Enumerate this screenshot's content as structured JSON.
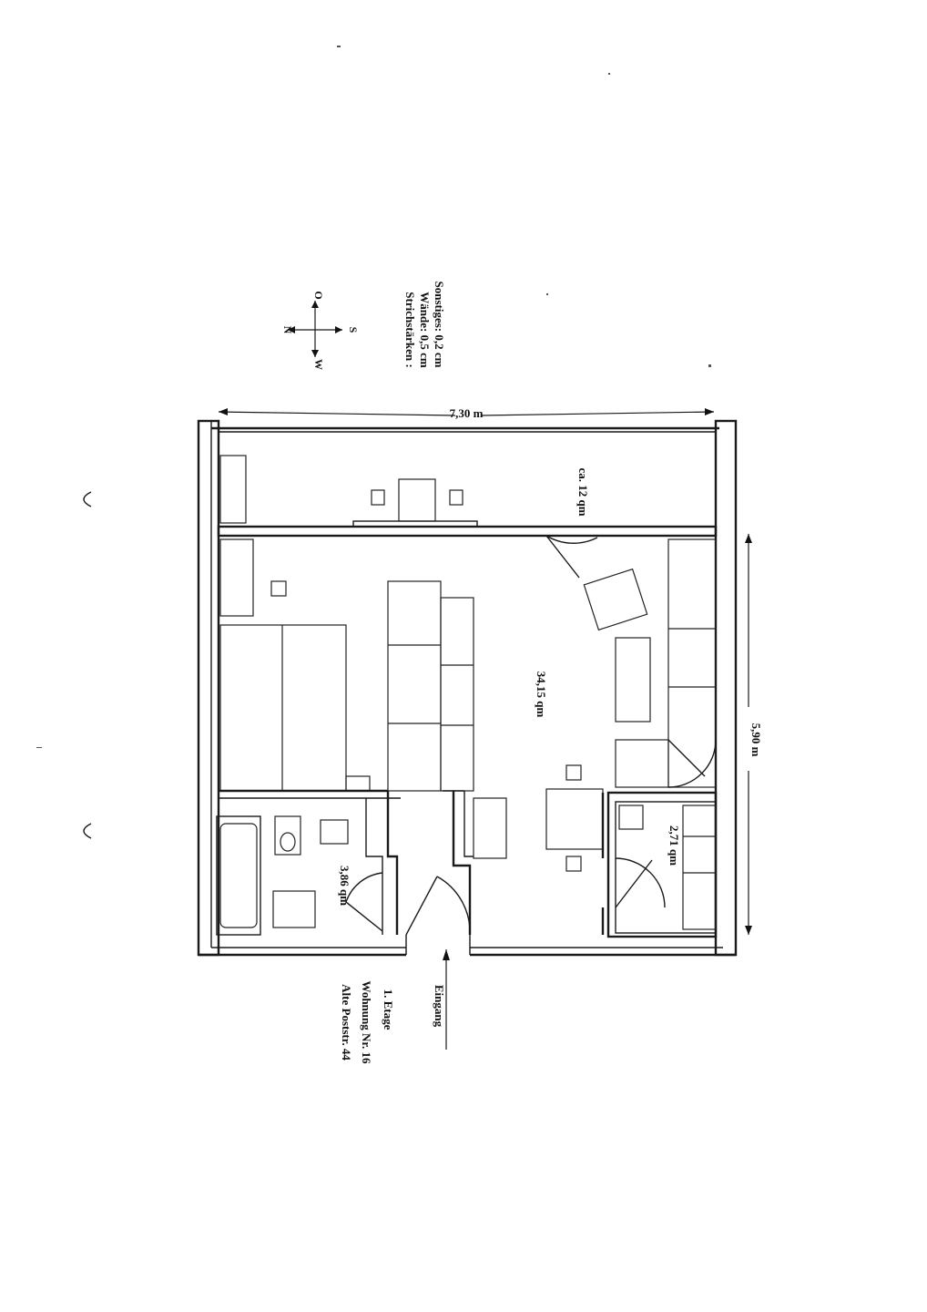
{
  "compass": {
    "north": "N",
    "east": "O",
    "south": "S",
    "west": "W"
  },
  "legend": {
    "title": "Strichstärken :",
    "walls": "Wände: 0,5 cm",
    "other": "Sonstiges: 0,2 cm"
  },
  "dimensions": {
    "width": "7,30 m",
    "depth": "5,90 m"
  },
  "rooms": {
    "balcony": "ca. 12 qm",
    "living": "34,15 qm",
    "bath": "3,86 qm",
    "kitchen": "2,71 qm"
  },
  "address": {
    "street": "Alte Poststr. 44",
    "apartment": "Wohnung Nr. 16",
    "floor": "1. Etage"
  },
  "entrance": "Eingang"
}
